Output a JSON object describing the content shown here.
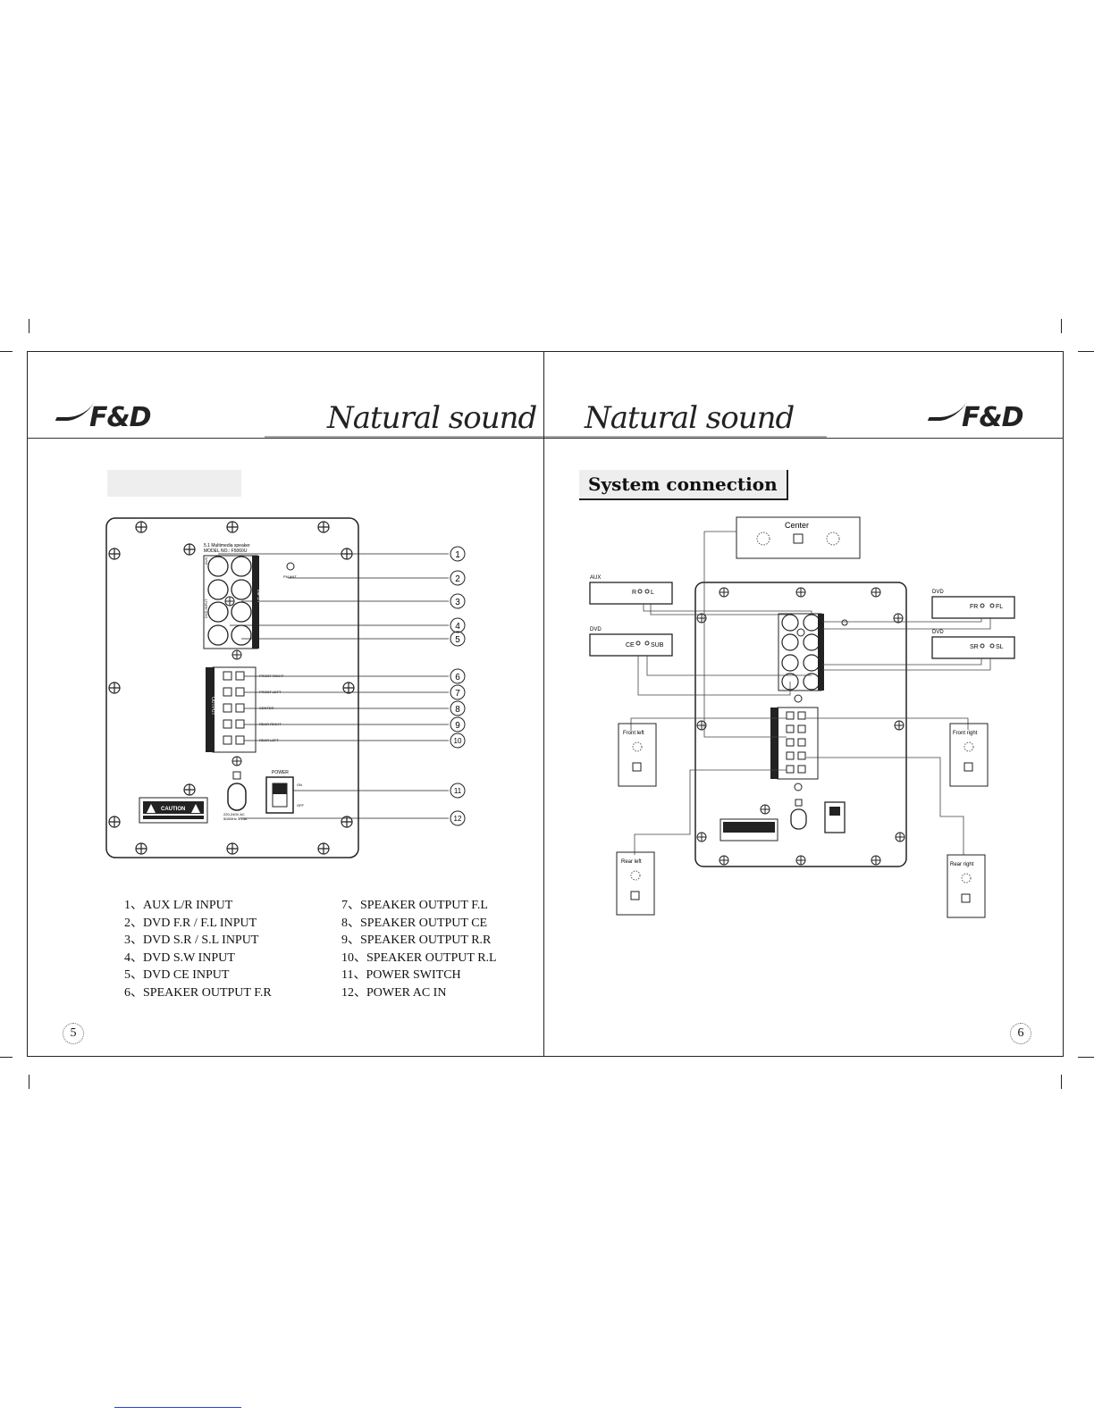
{
  "brand": {
    "logo_text": "F&D",
    "tagline": "Natural sound"
  },
  "left_page": {
    "page_number": "5",
    "panel": {
      "model_line1": "5.1 Multimedia speaker",
      "model_line2": "MODEL NO.: F5060U",
      "input_label": "INPUT",
      "aux_label": "AUX",
      "dvd_label": "DVD INPUT",
      "fm_label": "FM ANT",
      "output_label": "OUTPUT",
      "output_rows": [
        "FRONT RIGHT",
        "FRONT LEFT",
        "CENTER",
        "REAR RIGHT",
        "REAR LEFT"
      ],
      "power_label": "POWER",
      "on_label": "ON",
      "off_label": "OFF",
      "ac_label_1": "220-240V AC",
      "ac_label_2": "50/60Hz 3.15A",
      "caution_label": "CAUTION"
    },
    "callouts": [
      "1",
      "2",
      "3",
      "4",
      "5",
      "6",
      "7",
      "8",
      "9",
      "10",
      "11",
      "12"
    ],
    "legend_left": [
      "1、AUX   L/R INPUT",
      "2、DVD F.R / F.L  INPUT",
      "3、DVD S.R / S.L  INPUT",
      "4、DVD S.W INPUT",
      "5、DVD CE INPUT",
      "6、SPEAKER OUTPUT F.R"
    ],
    "legend_right": [
      "7、SPEAKER OUTPUT F.L",
      "8、SPEAKER OUTPUT CE",
      "9、SPEAKER OUTPUT R.R",
      "10、SPEAKER OUTPUT R.L",
      "11、POWER SWITCH",
      "12、POWER AC IN"
    ]
  },
  "right_page": {
    "page_number": "6",
    "section_title": "System connection",
    "center_label": "Center",
    "aux_device": {
      "name": "AUX",
      "r": "R",
      "l": "L"
    },
    "dvd_left": {
      "name": "DVD",
      "ce": "CE",
      "sub": "SUB"
    },
    "dvd_right_top": {
      "name": "DVD",
      "fr": "FR",
      "fl": "FL"
    },
    "dvd_right_bottom": {
      "name": "DVD",
      "sr": "SR",
      "sl": "SL"
    },
    "speakers": {
      "front_left": "Front  left",
      "front_right": "Front  right",
      "rear_left": "Rear  left",
      "rear_right": "Rear  right"
    }
  }
}
